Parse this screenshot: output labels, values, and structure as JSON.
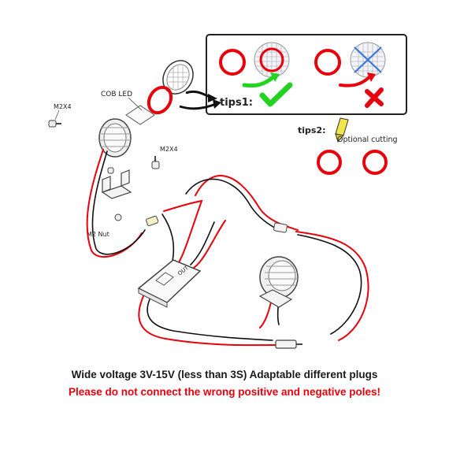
{
  "labels": {
    "cob_led": "COB LED",
    "m2x4_left": "M2X4",
    "m2x4_mid": "M2X4",
    "m2_nut": "M2 Nut",
    "tips1": "tips1:",
    "tips2": "tips2:",
    "optional_cutting": "Optional cutting",
    "module_text": "OUT"
  },
  "captions": {
    "voltage": "Wide voltage 3V-15V (less than 3S) Adaptable different plugs",
    "warning": "Please do not connect the wrong positive and negative poles!"
  },
  "colors": {
    "wire_red": "#e8000b",
    "wire_black": "#111111",
    "ring_red": "#e8000b",
    "check_green": "#22d321",
    "cross_red": "#e8000b",
    "marker_yellow": "#f2e64a"
  },
  "icons": {
    "correct": "check-icon",
    "wrong": "cross-icon"
  }
}
